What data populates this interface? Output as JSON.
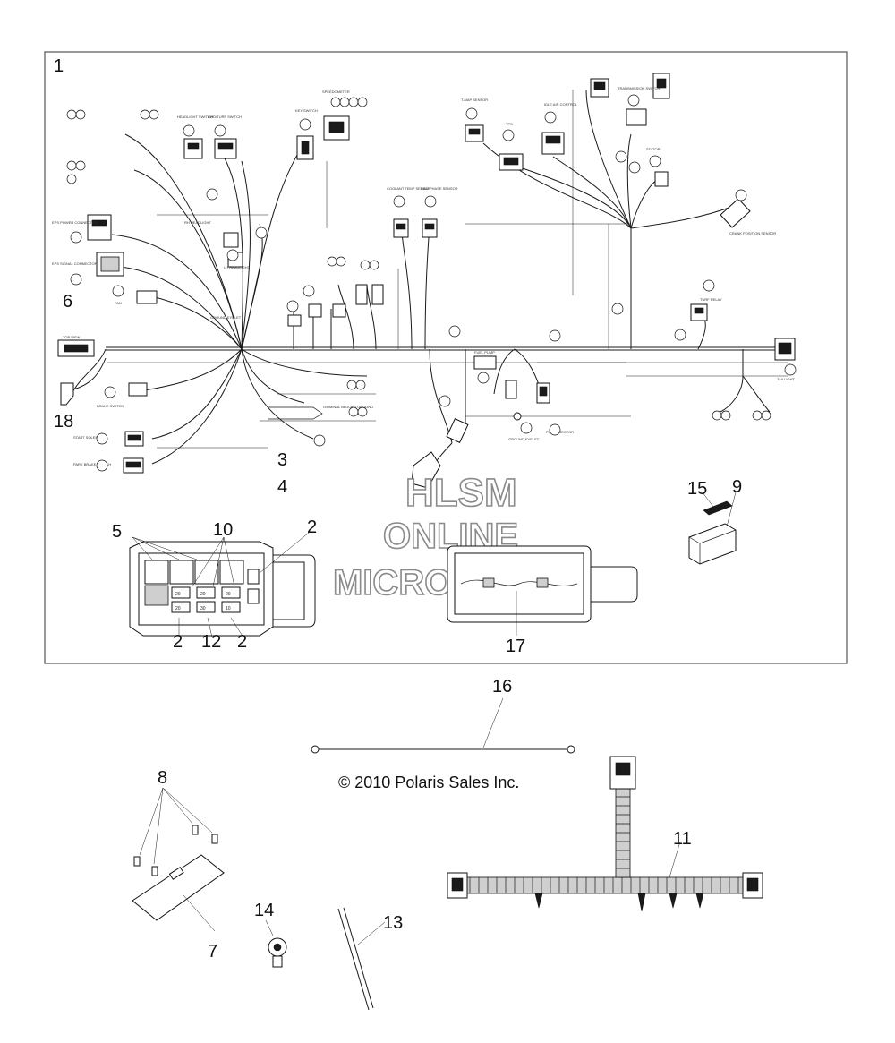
{
  "diagram": {
    "callouts": {
      "c1": "1",
      "c2a": "2",
      "c2b": "2",
      "c2c": "2",
      "c3": "3",
      "c4": "4",
      "c5": "5",
      "c6": "6",
      "c7": "7",
      "c8": "8",
      "c9": "9",
      "c10": "10",
      "c11": "11",
      "c12": "12",
      "c13": "13",
      "c14": "14",
      "c15": "15",
      "c16": "16",
      "c17": "17",
      "c18": "18"
    },
    "fuse_values": [
      "20",
      "20",
      "20",
      "20",
      "30",
      "10"
    ],
    "wire_labels": {
      "top_view": "TOP VIEW",
      "speedometer": "SPEEDOMETER",
      "headlight_switch": "HEADLIGHT SWITCH",
      "awd_turf_switch": "AWD/TURF SWITCH",
      "key_switch": "KEY SWITCH",
      "coolant_temp": "COOLANT TEMP SENSOR",
      "cam_phase": "CAM PHASE SENSOR",
      "t_map": "T-MAP SENSOR",
      "tps": "TPS",
      "idle_air": "IDLE AIR CONTROL",
      "transmission_switch": "TRANSMISSION SWITCH",
      "stator": "STATOR",
      "crank_position": "CRANK POSITION SENSOR",
      "turf_relay": "TURF RELAY",
      "taillight": "TAILLIGHT",
      "ground_eyelet": "GROUND EYELET",
      "fuel_injector": "FUEL INJECTOR",
      "fuel_pump": "FUEL PUMP",
      "start_solenoid": "START SOLENOID",
      "park_brake": "PARK BRAKE SWITCH",
      "brake_switch": "BRAKE SWITCH",
      "eps_power": "EPS POWER CONNECTOR",
      "eps_signal": "EPS SIGNAL CONNECTOR",
      "fan": "FAN",
      "lh_headlight": "LH HEADLIGHT",
      "rh_headlight": "RH HEADLIGHT",
      "terminal_block": "TERMINAL BLOCK 2 GROUND"
    },
    "watermark": {
      "line1": "HLSM",
      "line2": "ONLINE",
      "line3": "MICROFICHE"
    },
    "copyright": "© 2010 Polaris Sales Inc.",
    "colors": {
      "ink": "#111111",
      "frame": "#555555",
      "watermark_stroke": "#8a8a8a",
      "background": "#ffffff"
    }
  }
}
